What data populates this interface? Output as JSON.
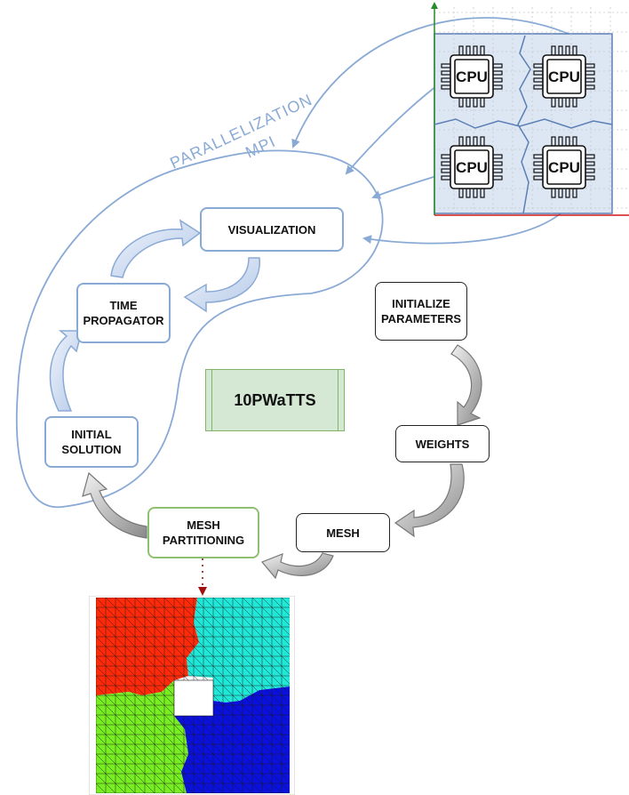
{
  "diagram": {
    "steps": {
      "visualization": "VISUALIZATION",
      "time_propagator": "TIME\nPROPAGATOR",
      "initial_solution": "INITIAL\nSOLUTION",
      "initialize_parameters": "INITIALIZE\nPARAMETERS",
      "weights": "WEIGHTS",
      "mesh": "MESH",
      "mesh_partitioning": "MESH\nPARTITIONING"
    },
    "center_label": "10PWaTTS",
    "curve_label_line1": "PARALLELIZATION",
    "curve_label_line2": "MPI",
    "cpu_label": "CPU",
    "cpu_count": 4,
    "mesh_partition_colors": [
      "#ff2a0a",
      "#20e8d8",
      "#77ee22",
      "#0a10dd"
    ]
  }
}
